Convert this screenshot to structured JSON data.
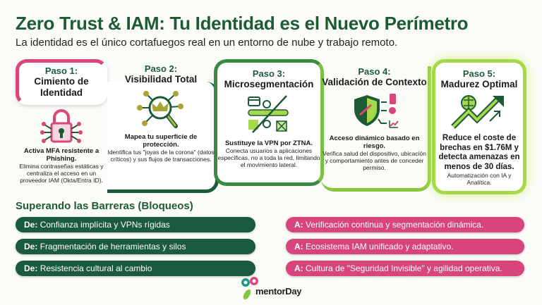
{
  "header": {
    "title": "Zero Trust & IAM: Tu Identidad es el Nuevo Perímetro",
    "subtitle": "La identidad es el único cortafuegos real en un entorno de nube y trabajo remoto."
  },
  "steps": [
    {
      "step": "Paso 1:",
      "name": "Cimiento de Identidad",
      "icon": "lock-network-icon",
      "lead": "Activa MFA resistente a Phishing.",
      "desc": "Elimina contraseñas estáticas y centraliza el acceso en un proveedor IAM (Okta/Entra ID)."
    },
    {
      "step": "Paso 2:",
      "name": "Visibilidad Total",
      "icon": "crown-magnifier-icon",
      "lead": "Mapea tu superficie de protección.",
      "desc": "Identifica tus \"joyas de la corona\" (datos críticos) y sus flujos de transacciones."
    },
    {
      "step": "Paso 3:",
      "name": "Microsegmentación",
      "icon": "segmentation-icon",
      "lead": "Sustituye la VPN por ZTNA.",
      "desc": "Conecta usuarios a aplicaciones específicas, no a toda la red, limitando el movimiento lateral."
    },
    {
      "step": "Paso 4:",
      "name": "Validación de Contexto",
      "icon": "shield-context-icon",
      "lead": "Acceso dinámico basado en riesgo.",
      "desc": "Verifica salud del dispositivo, ubicación y comportamiento antes de conceder permiso."
    },
    {
      "step": "Paso 5:",
      "name": "Madurez Optimal",
      "icon": "brain-growth-icon",
      "lead": "Reduce el coste de brechas en $1.76M y detecta amenazas en menos de 30 días.",
      "desc": "Automatización con IA y Analítica."
    }
  ],
  "barriers": {
    "title": "Superando las Barreras (Bloqueos)",
    "from_label": "De:",
    "to_label": "A:",
    "rows": [
      {
        "from": "Confianza implícita y VPNs rígidas",
        "to": "Verificación continua y segmentación dinámica."
      },
      {
        "from": "Fragmentación de herramientas y silos",
        "to": "Ecosistema IAM unificado y adaptativo."
      },
      {
        "from": "Resistencia cultural al cambio",
        "to": "Cultura de \"Seguridad Invisible\" y agilidad operativa."
      }
    ]
  },
  "footer": {
    "logo": "mentorDay"
  },
  "colors": {
    "dark_green": "#1b5a3e",
    "pink": "#d7457a",
    "lime": "#a6d94a"
  }
}
